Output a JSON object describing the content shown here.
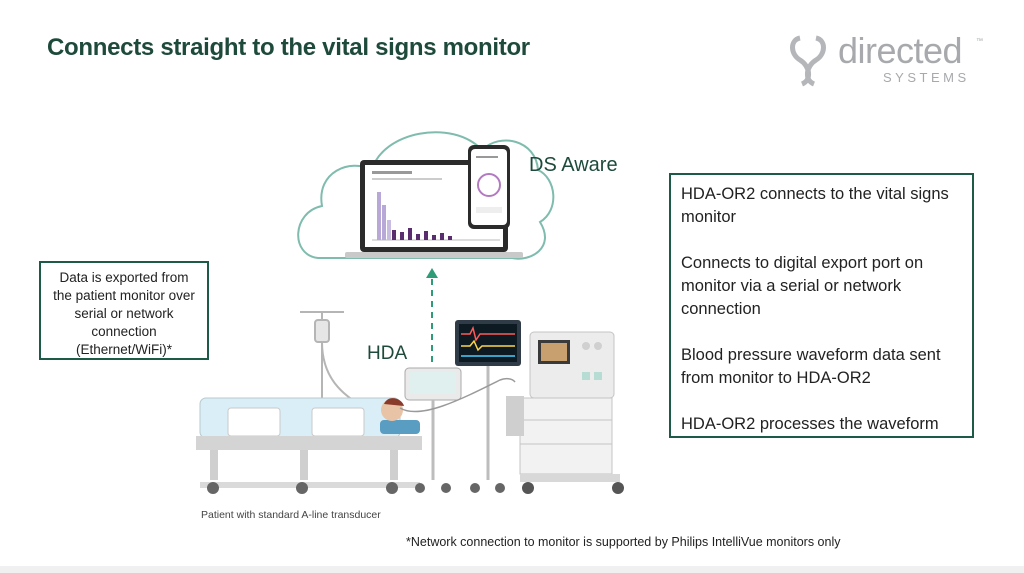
{
  "title": "Connects straight to the vital signs monitor",
  "logo": {
    "word": "directed",
    "tm": "™",
    "sub": "SYSTEMS"
  },
  "left_box": [
    "Data is exported from",
    "the patient monitor over",
    "serial or network",
    "connection",
    "(Ethernet/WiFi)*"
  ],
  "labels": {
    "ds_aware": "DS Aware",
    "hda": "HDA"
  },
  "right_box": {
    "p1": "HDA-OR2 connects to the vital signs monitor",
    "p2": "Connects to digital export port on monitor via a serial or network connection",
    "p3": "Blood pressure waveform data sent from monitor to HDA-OR2",
    "p4": "HDA-OR2 processes the waveform"
  },
  "caption": "Patient with standard A-line transducer",
  "footnote": "*Network connection to monitor is supported by Philips IntelliVue monitors only",
  "colors": {
    "title": "#1e4a3c",
    "box_border": "#1e5a48",
    "arrow": "#2e9c77",
    "logo": "#a7a9ac"
  }
}
